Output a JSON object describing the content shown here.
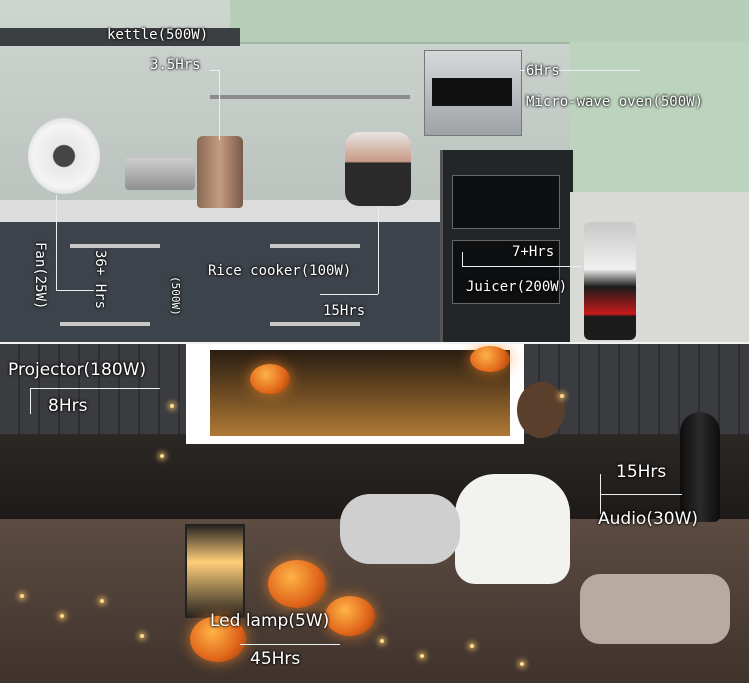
{
  "kitchen": {
    "kettle": {
      "name": "kettle(500W)",
      "hours": "3.5Hrs"
    },
    "oven": {
      "hours": "6Hrs",
      "name": "Micro-wave oven(500W)"
    },
    "fan": {
      "name": "Fan(25W)",
      "hours": "36+ Hrs"
    },
    "side_label": "(500W)",
    "rice_cooker": {
      "name": "Rice cooker(100W)",
      "hours": "15Hrs"
    },
    "juicer": {
      "hours": "7+Hrs",
      "name": "Juicer(200W)"
    }
  },
  "garden": {
    "projector": {
      "name": "Projector(180W)",
      "hours": "8Hrs"
    },
    "audio": {
      "hours": "15Hrs",
      "name": "Audio(30W)"
    },
    "led_lamp": {
      "name": "Led lamp(5W)",
      "hours": "45Hrs"
    }
  }
}
